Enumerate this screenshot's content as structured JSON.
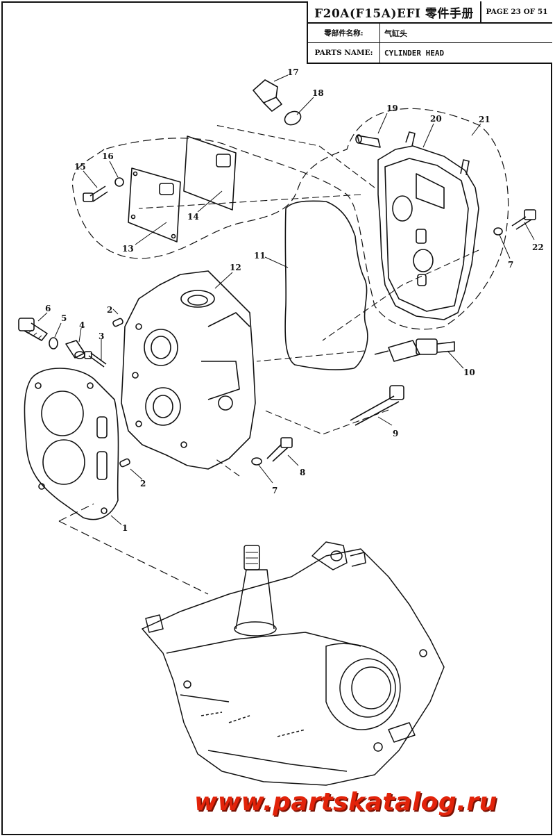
{
  "header": {
    "title": "F20A(F15A)EFI 零件手册",
    "page": "PAGE 23 OF 51",
    "cn_label": "零部件名称:",
    "cn_value": "气缸头",
    "en_label": "PARTS NAME:",
    "en_value": "CYLINDER HEAD"
  },
  "callouts": [
    "1",
    "2",
    "2",
    "3",
    "4",
    "5",
    "6",
    "7",
    "7",
    "8",
    "9",
    "10",
    "11",
    "12",
    "13",
    "14",
    "15",
    "16",
    "17",
    "18",
    "19",
    "20",
    "21",
    "22"
  ],
  "watermark": "www.partskatalog.ru",
  "colors": {
    "line": "#111111",
    "watermark": "#e2230a",
    "background": "#ffffff"
  }
}
